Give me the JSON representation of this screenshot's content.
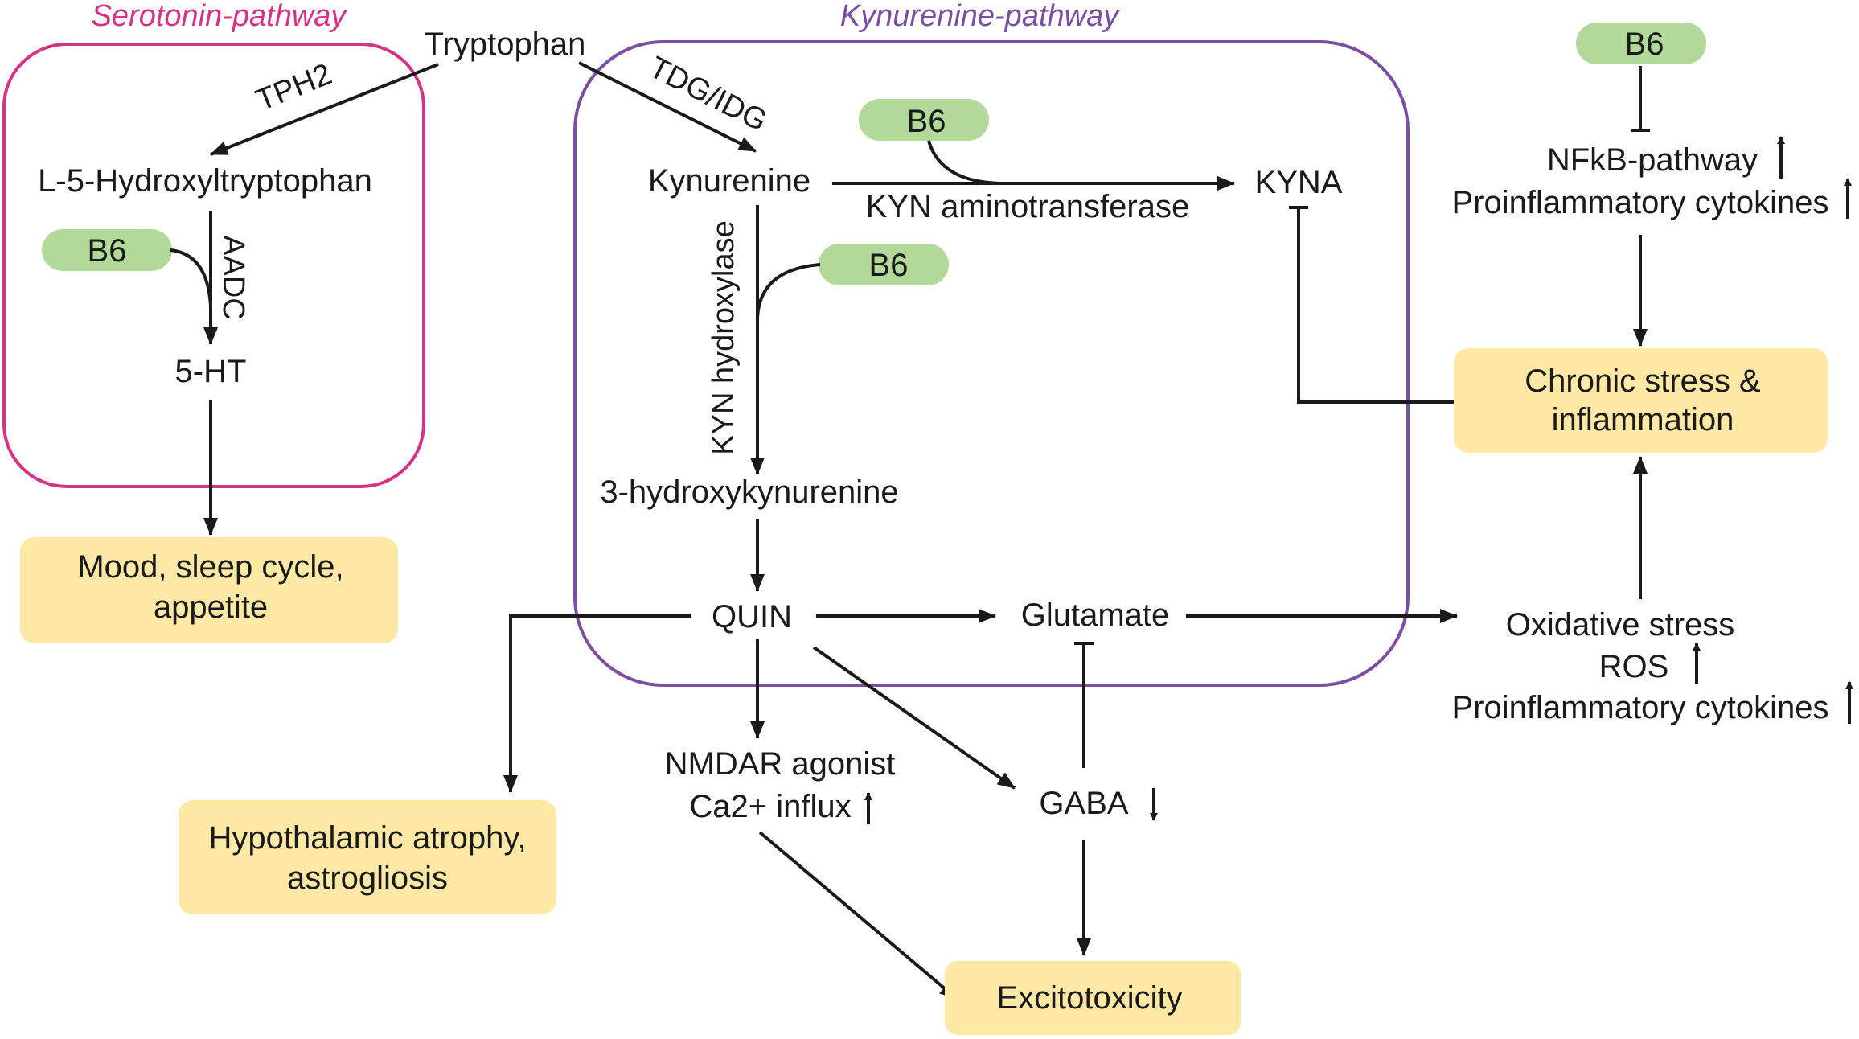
{
  "serotonin": {
    "title": "Serotonin-pathway",
    "l5htp": "L-5-Hydroxyltryptophan",
    "ht5": "5-HT",
    "tph2": "TPH2",
    "aadc": "AADC"
  },
  "kynurenine": {
    "title": "Kynurenine-pathway",
    "tdg": "TDG/IDG",
    "kynurenine": "Kynurenine",
    "kyn_aminotransferase": "KYN aminotransferase",
    "kyna": "KYNA",
    "kyn_hydroxylase": "KYN hydroxylase",
    "hydroxykynurenine": "3-hydroxykynurenine",
    "quin": "QUIN",
    "glutamate": "Glutamate"
  },
  "tryptophan": "Tryptophan",
  "b6": "B6",
  "nfkb": {
    "line1": "NFkB-pathway",
    "line2": "Proinflammatory cytokines"
  },
  "chronic": {
    "line1": "Chronic stress &",
    "line2": "inflammation"
  },
  "mood": {
    "line1": "Mood, sleep cycle,",
    "line2": "appetite"
  },
  "oxidative": {
    "line1": "Oxidative stress",
    "line2": "ROS",
    "line3": "Proinflammatory cytokines"
  },
  "nmdar": {
    "line1": "NMDAR agonist",
    "line2": "Ca2+ influx"
  },
  "gaba": "GABA",
  "hypothalamic": {
    "line1": "Hypothalamic atrophy,",
    "line2": "astrogliosis"
  },
  "excitotoxicity": "Excitotoxicity",
  "colors": {
    "serotonin_box": "#d63384",
    "kynurenine_box": "#7b4fa0",
    "b6_pill": "#b2d99a",
    "outcome_box": "#fde8a6"
  }
}
